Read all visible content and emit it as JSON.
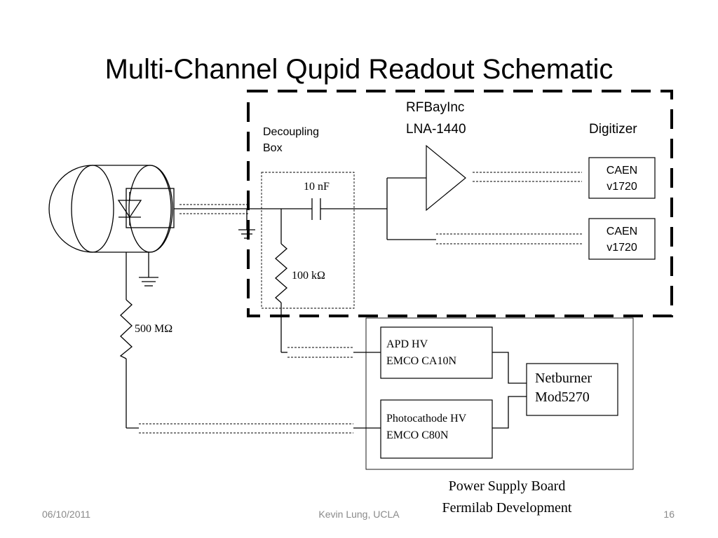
{
  "title": "Multi-Channel Qupid Readout Schematic",
  "labels": {
    "decoupling_box_line1": "Decoupling",
    "decoupling_box_line2": "Box",
    "amplifier_line1": "RFBayInc",
    "amplifier_line2": "LNA-1440",
    "digitizer": "Digitizer",
    "capacitor": "10 nF",
    "resistor_decoupling": "100 kΩ",
    "resistor_bias": "500 MΩ",
    "power_board_line1": "Power Supply Board",
    "power_board_line2": "Fermilab Development"
  },
  "boxes": {
    "caen1_line1": "CAEN",
    "caen1_line2": "v1720",
    "caen2_line1": "CAEN",
    "caen2_line2": "v1720",
    "apd_line1": "APD HV",
    "apd_line2": "EMCO CA10N",
    "photocathode_line1": "Photocathode HV",
    "photocathode_line2": "EMCO C80N",
    "netburner_line1": "Netburner",
    "netburner_line2": "Mod5270"
  },
  "footer": {
    "date": "06/10/2011",
    "author": "Kevin Lung, UCLA",
    "page": "16"
  }
}
